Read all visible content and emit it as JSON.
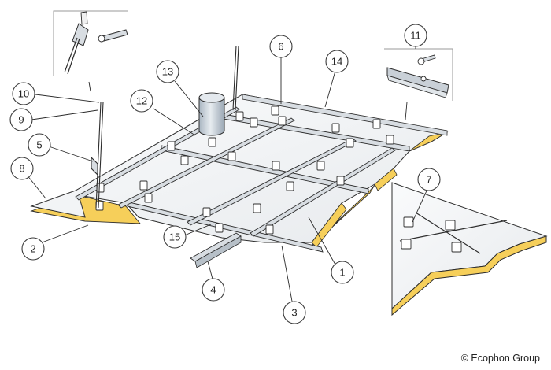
{
  "diagram": {
    "callouts": [
      {
        "id": "c1",
        "label": "1"
      },
      {
        "id": "c2",
        "label": "2"
      },
      {
        "id": "c3",
        "label": "3"
      },
      {
        "id": "c4",
        "label": "4"
      },
      {
        "id": "c5",
        "label": "5"
      },
      {
        "id": "c6",
        "label": "6"
      },
      {
        "id": "c7",
        "label": "7"
      },
      {
        "id": "c8",
        "label": "8"
      },
      {
        "id": "c9",
        "label": "9"
      },
      {
        "id": "c10",
        "label": "10"
      },
      {
        "id": "c11",
        "label": "11"
      },
      {
        "id": "c12",
        "label": "12"
      },
      {
        "id": "c13",
        "label": "13"
      },
      {
        "id": "c14",
        "label": "14"
      },
      {
        "id": "c15",
        "label": "15"
      }
    ],
    "colors": {
      "panel_face": "#f2f4f5",
      "panel_edge": "#f6cf5a",
      "profile": "#d8dde2",
      "outline": "#2d2d2d",
      "duct": "#c9d2db"
    }
  },
  "copyright": "© Ecophon Group"
}
